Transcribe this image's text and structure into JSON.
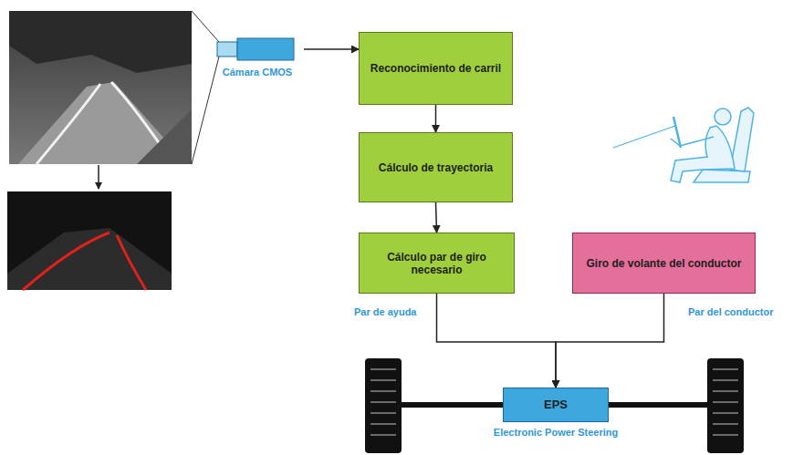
{
  "diagram": {
    "nodes": [
      {
        "text": [
          "Cámara CMOS"
        ]
      },
      {
        "text": [
          "Reconocimiento de carril"
        ]
      },
      {
        "text": [
          "Cálculo de trayectoria"
        ]
      },
      {
        "text": [
          "Cálculo par de giro necesario"
        ]
      },
      {
        "text": [
          "Giro de volante del conductor"
        ]
      },
      {
        "text": [
          "EPS",
          "Electronic Power Steering"
        ]
      }
    ],
    "edges": [
      {
        "from": 0,
        "to": 1,
        "arrow": "to"
      },
      {
        "from": 1,
        "to": 2,
        "arrow": "to"
      },
      {
        "from": 2,
        "to": 3,
        "arrow": "to"
      },
      {
        "from": 3,
        "to": 5,
        "label": "Par de ayuda",
        "arrow": "to"
      },
      {
        "from": 4,
        "to": 5,
        "label": "Par del conductor",
        "arrow": "to"
      }
    ]
  }
}
